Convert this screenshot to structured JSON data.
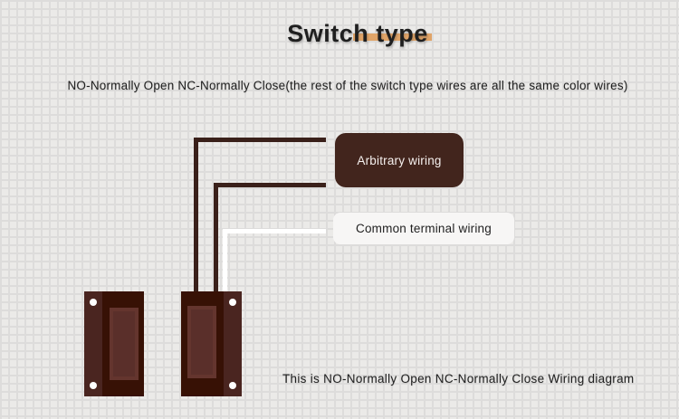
{
  "title": "Switch type",
  "subtitle": "NO-Normally Open NC-Normally Close(the rest of the switch type wires are all the same color wires)",
  "labels": {
    "arbitrary": "Arbitrary wiring",
    "common": "Common terminal wiring"
  },
  "footer": "This is NO-Normally Open NC-Normally Close Wiring diagram",
  "colors": {
    "background": "#ebeae8",
    "grid_line": "#dddcdb",
    "text": "#1f1f1f",
    "highlight": "#e0a468",
    "wire_dark": "#3a201a",
    "wire_white": "#ffffff",
    "arbitrary_box": "#42251d",
    "common_box": "#f7f6f5",
    "switch_body": "#371105",
    "switch_strip": "#4a2520",
    "slot_border": "#64352e",
    "slot_fill": "#5a2f2a"
  }
}
